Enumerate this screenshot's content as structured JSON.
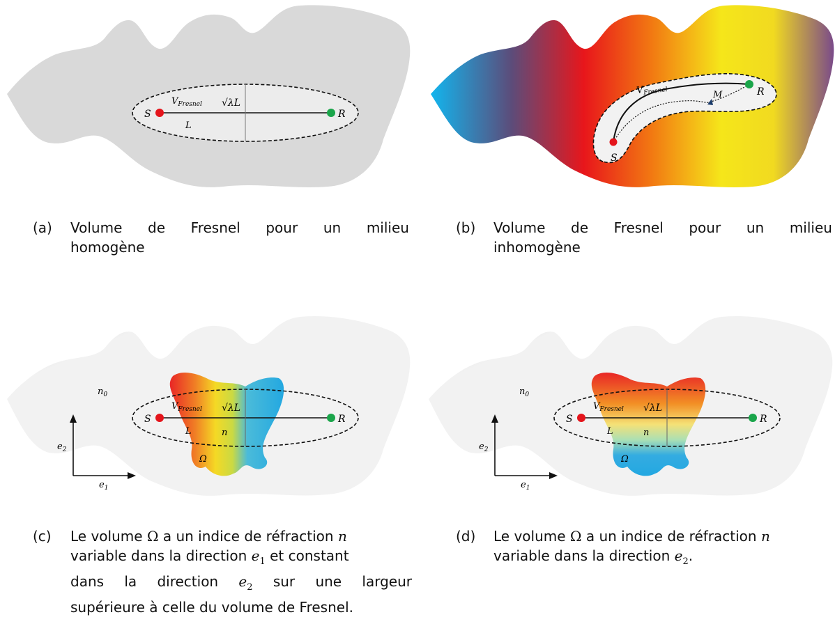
{
  "panels": {
    "a": {
      "labels": {
        "S": "S",
        "R": "R",
        "L": "L",
        "V": "V",
        "V_sub": "Fresnel",
        "sqrt": "√λL"
      },
      "caption": {
        "tag": "(a)",
        "line1": [
          "Volume",
          "de",
          "Fresnel",
          "pour",
          "un",
          "milieu"
        ],
        "line2": "homogène"
      }
    },
    "b": {
      "labels": {
        "S": "S",
        "R": "R",
        "M": "M",
        "V": "V",
        "V_sub": "Fresnel"
      },
      "caption": {
        "tag": "(b)",
        "line1": [
          "Volume",
          "de",
          "Fresnel",
          "pour",
          "un",
          "milieu"
        ],
        "line2": "inhomogène"
      }
    },
    "c": {
      "labels": {
        "S": "S",
        "R": "R",
        "L": "L",
        "V": "V",
        "V_sub": "Fresnel",
        "sqrt": "√λL",
        "n0": "n",
        "n0_sub": "0",
        "n": "n",
        "omega": "Ω",
        "e1": "e",
        "e1_sub": "1",
        "e2": "e",
        "e2_sub": "2"
      },
      "caption": {
        "tag": "(c)",
        "l1": {
          "a": "Le volume ",
          "omega": "Ω",
          "b": " a un indice de réfraction ",
          "n": "n"
        },
        "l2": {
          "a": "variable dans la direction ",
          "e": "e",
          "sub": "1",
          "b": " et constant"
        },
        "l3": {
          "a": "dans",
          "b": "la",
          "c": "direction",
          "e": "e",
          "sub": "2",
          "d": "sur",
          "f": "une",
          "g": "largeur"
        },
        "l4": "supérieure à celle du volume de Fresnel."
      }
    },
    "d": {
      "labels": {
        "S": "S",
        "R": "R",
        "L": "L",
        "V": "V",
        "V_sub": "Fresnel",
        "sqrt": "√λL",
        "n0": "n",
        "n0_sub": "0",
        "n": "n",
        "omega": "Ω",
        "e1": "e",
        "e1_sub": "1",
        "e2": "e",
        "e2_sub": "2"
      },
      "caption": {
        "tag": "(d)",
        "l1": {
          "a": "Le volume ",
          "omega": "Ω",
          "b": " a un indice de réfraction ",
          "n": "n"
        },
        "l2": {
          "a": "variable dans la direction ",
          "e": "e",
          "sub": "2",
          "b": "."
        }
      }
    }
  },
  "colors": {
    "source": "#e4141b",
    "receiver": "#1aa54a",
    "medium": "#d9d9d9",
    "light_medium": "#f2f2f2"
  }
}
